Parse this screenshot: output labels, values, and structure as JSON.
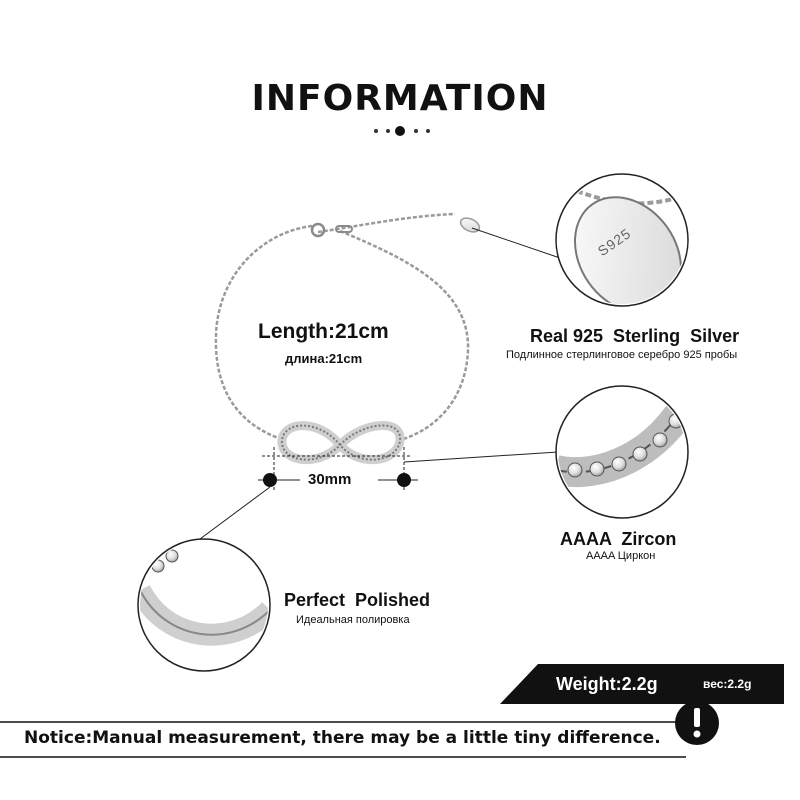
{
  "heading": "INFORMATION",
  "length": {
    "title": "Length:21cm",
    "subtitle": "длина:21cm"
  },
  "width_measure": "30mm",
  "features": [
    {
      "title": "Real 925  Sterling  Silver",
      "subtitle": "Подлинное стерлинговое серебро 925 пробы",
      "engraving": "S925"
    },
    {
      "title": "AAAA  Zircon",
      "subtitle": "AAAA Циркон"
    },
    {
      "title": "Perfect  Polished",
      "subtitle": "Идеальная полировка"
    }
  ],
  "weight": {
    "label": "Weight:2.2g",
    "sublabel": "вес:2.2g"
  },
  "notice": "Notice:Manual measurement, there may be a little tiny difference.",
  "icons": [
    "exclamation-icon"
  ],
  "colors": {
    "text": "#111111",
    "banner": "#111111",
    "silver": "#b8b8b8",
    "background": "#ffffff"
  }
}
